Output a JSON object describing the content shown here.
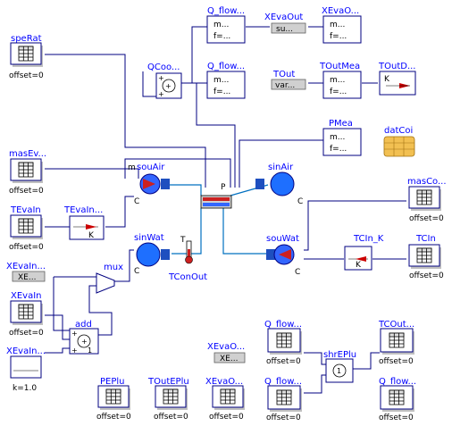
{
  "blocks": {
    "speRat": {
      "label": "speRat",
      "sub": "offset=0"
    },
    "QCoo": {
      "label": "QCoo..."
    },
    "Q_flow_top1": {
      "label": "Q_flow...",
      "line1": "m...",
      "line2": "f=..."
    },
    "XEvaOut_const": {
      "label": "XEvaOut",
      "value": "su..."
    },
    "XEvaO_meas": {
      "label": "XEvaO...",
      "line1": "m...",
      "line2": "f=..."
    },
    "Q_flow_top2": {
      "label": "Q_flow...",
      "line1": "m...",
      "line2": "f=..."
    },
    "TOut_const": {
      "label": "TOut",
      "value": "var..."
    },
    "TOutMea": {
      "label": "TOutMea",
      "line1": "m...",
      "line2": "f=..."
    },
    "TOutD": {
      "label": "TOutD...",
      "line1": "K"
    },
    "PMea": {
      "label": "PMea",
      "line1": "m...",
      "line2": "f=..."
    },
    "datCoi": {
      "label": "datCoi"
    },
    "masEv": {
      "label": "masEv...",
      "sub": "offset=0"
    },
    "souAir": {
      "label": "souAir",
      "sub": "C",
      "m": "m"
    },
    "coil": {
      "label": "P"
    },
    "sinAir": {
      "label": "sinAir",
      "sub": "C"
    },
    "masCo": {
      "label": "masCo...",
      "sub": "offset=0"
    },
    "TEvaIn": {
      "label": "TEvaIn",
      "sub": "offset=0"
    },
    "TEvaIn_conv": {
      "label": "TEvaIn...",
      "line1": "K"
    },
    "sinWat": {
      "label": "sinWat",
      "sub": "C"
    },
    "TConOut": {
      "label": "TConOut",
      "T": "T"
    },
    "souWat": {
      "label": "souWat",
      "sub": "C"
    },
    "TCIn_K": {
      "label": "TCIn_K",
      "line1": "K"
    },
    "TCIn": {
      "label": "TCIn",
      "sub": "offset=0"
    },
    "XEvaIn_const": {
      "label": "XEvaIn...",
      "value": "XE..."
    },
    "mux": {
      "label": "mux"
    },
    "XEvaIn_tab": {
      "label": "XEvaIn",
      "sub": "offset=0"
    },
    "add": {
      "label": "add",
      "plus": "+",
      "one": "1"
    },
    "XEvaIn_k": {
      "label": "XEvaIn...",
      "sub": "k=1.0"
    },
    "Q_flow_b1": {
      "label": "Q_flow...",
      "sub": "offset=0"
    },
    "TCOut": {
      "label": "TCOut...",
      "sub": "offset=0"
    },
    "XEvaO_const2": {
      "label": "XEvaO...",
      "value": "XE..."
    },
    "shrEPlu": {
      "label": "shrEPlu",
      "mid": "1"
    },
    "PEPlu": {
      "label": "PEPlu",
      "sub": "offset=0"
    },
    "TOutEPlu": {
      "label": "TOutEPlu",
      "sub": "offset=0"
    },
    "XEvaO_tab": {
      "label": "XEvaO...",
      "sub": "offset=0"
    },
    "Q_flow_b2": {
      "label": "Q_flow...",
      "sub": "offset=0"
    },
    "Q_flow_b3": {
      "label": "Q_flow...",
      "sub": "offset=0"
    }
  },
  "colors": {
    "signal": "#000080",
    "fluid": "#0070c0",
    "label": "#0000ff",
    "arrow_red": "#cc0000"
  }
}
